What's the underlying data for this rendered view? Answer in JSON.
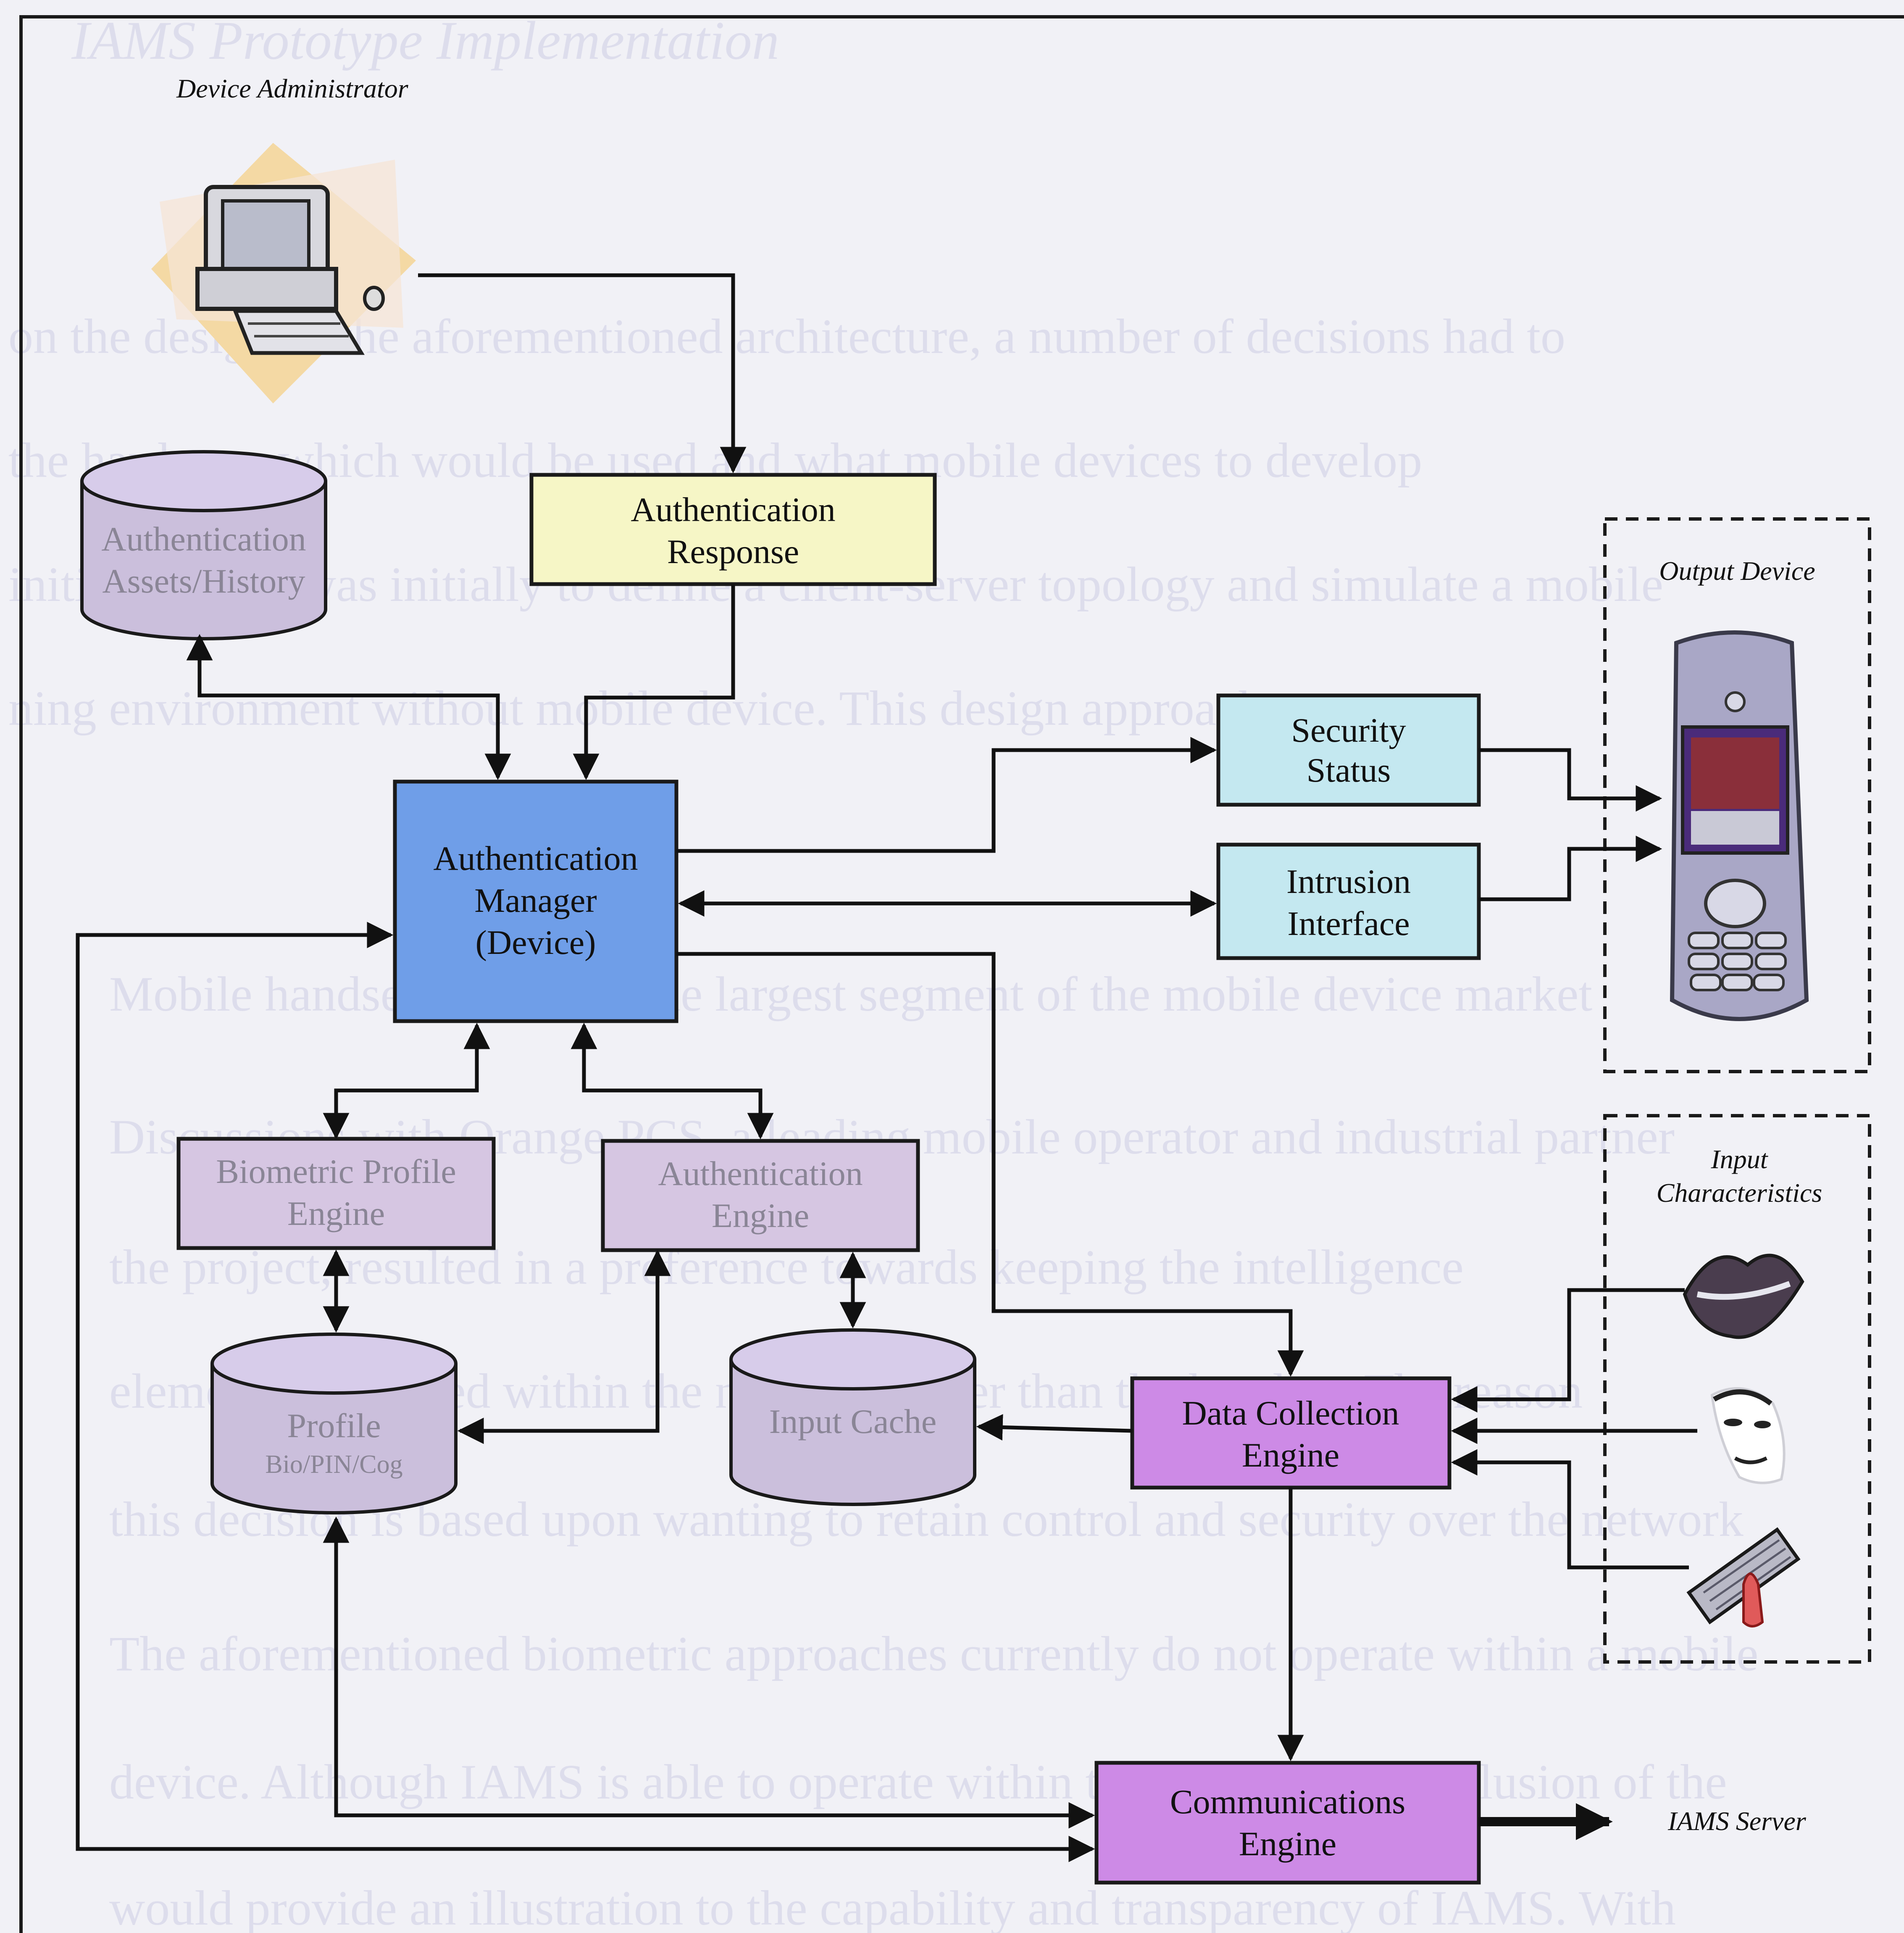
{
  "background_text": {
    "heading": "IAMS Prototype Implementation",
    "lines": [
      "on the design of the aforementioned architecture, a number of decisions had to",
      "the hardware which would be used and what mobile devices to develop",
      "initial thought was initially to define a client-server topology and simulate a mobile",
      "ning environment without mobile device. This design approach was",
      "Mobile handsets represent the largest segment of the mobile device market",
      "Discussions with Orange PCS, a leading mobile operator and industrial partner",
      "the project, resulted in a preference towards keeping the intelligence",
      "elements contained within the network rather than the handset. The reason",
      "this decision is based upon wanting to retain control and security over the network",
      "The aforementioned biometric approaches currently do not operate within a mobile",
      "device. Although IAMS is able to operate within the network, the inclusion of the",
      "would provide an illustration to the capability and transparency of IAMS. With"
    ]
  },
  "labels": {
    "device_administrator": "Device Administrator",
    "output_device": "Output Device",
    "input_characteristics": [
      "Input",
      "Characteristics"
    ],
    "iams_server": "IAMS Server"
  },
  "boxes": {
    "auth_response": [
      "Authentication",
      "Response"
    ],
    "auth_manager": [
      "Authentication",
      "Manager",
      "(Device)"
    ],
    "security_status": [
      "Security",
      "Status"
    ],
    "intrusion_interface": [
      "Intrusion",
      "Interface"
    ],
    "biometric_profile_engine": [
      "Biometric Profile",
      "Engine"
    ],
    "authentication_engine": [
      "Authentication",
      "Engine"
    ],
    "data_collection_engine": [
      "Data Collection",
      "Engine"
    ],
    "communications_engine": [
      "Communications",
      "Engine"
    ]
  },
  "stores": {
    "auth_assets": [
      "Authentication",
      "Assets/History"
    ],
    "profile": [
      "Profile",
      "Bio/PIN/Cog"
    ],
    "input_cache": [
      "Input Cache"
    ]
  },
  "colors": {
    "background": "#f1f1f6",
    "auth_response": "#f6f6c6",
    "auth_manager": "#6f9ee8",
    "status_boxes": "#c4e8f0",
    "faded_boxes": "#d6c6e2",
    "engine_boxes": "#cd8ae6",
    "stores": "#cbbfdc",
    "border": "#1a1a1a"
  },
  "icons": [
    "computer-icon",
    "mobile-phone-icon",
    "lips-icon",
    "face-icon",
    "keyboard-icon"
  ]
}
